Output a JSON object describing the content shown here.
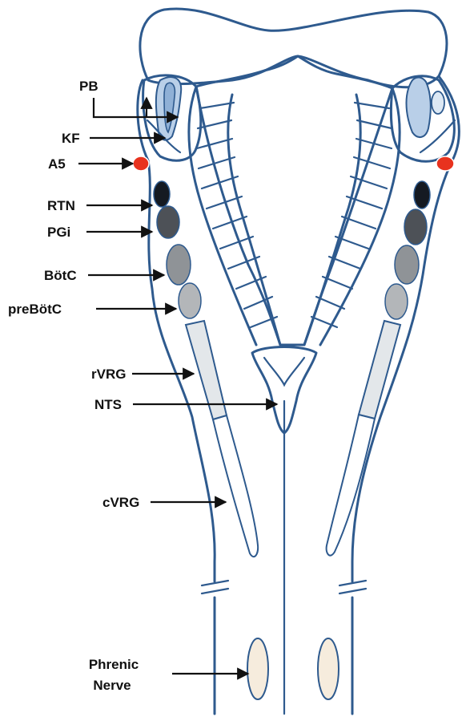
{
  "labels": {
    "pb": "PB",
    "kf": "KF",
    "a5": "A5",
    "rtn": "RTN",
    "pgi": "PGi",
    "botc": "BötC",
    "prebotc": "preBötC",
    "rvrg": "rVRG",
    "nts": "NTS",
    "cvrg": "cVRG",
    "phrenic_line1": "Phrenic",
    "phrenic_line2": "Nerve"
  },
  "colors": {
    "outline": "#2e5a8e",
    "pb_kf_fill": "#b9cfe8",
    "a5": "#e8321e",
    "rtn": "#151a22",
    "pgi": "#4d5157",
    "botc": "#8f9397",
    "prebotc": "#b3b6b9",
    "rvrg": "#e3e7ea",
    "phrenic": "#f6ecdd",
    "arrow": "#111111"
  }
}
